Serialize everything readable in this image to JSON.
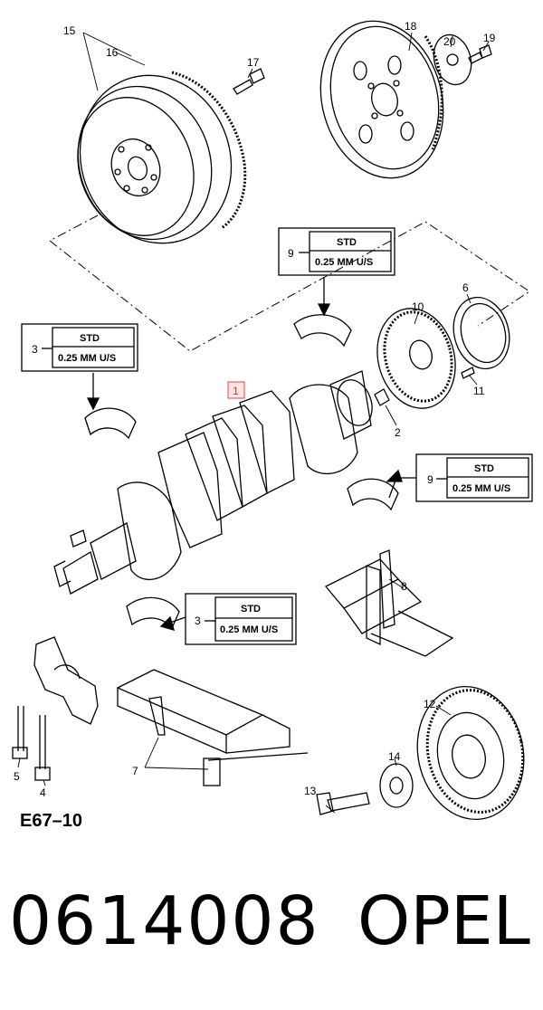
{
  "figure": {
    "id_label": "E67–10"
  },
  "footer": {
    "part_number": "0614008",
    "brand": "OPEL"
  },
  "callouts": {
    "c1": "1",
    "c2": "2",
    "c3a": "3",
    "c3b": "3",
    "c4": "4",
    "c5": "5",
    "c6": "6",
    "c7": "7",
    "c8": "8",
    "c9a": "9",
    "c9b": "9",
    "c10": "10",
    "c11": "11",
    "c12": "12",
    "c13": "13",
    "c14": "14",
    "c15": "15",
    "c16": "16",
    "c17": "17",
    "c18": "18",
    "c19": "19",
    "c20": "20"
  },
  "bearing_tables": {
    "std_label": "STD",
    "undersize_label": "0.25  MM U/S"
  },
  "colors": {
    "line": "#000000",
    "highlight": "#e07070",
    "background": "#ffffff"
  }
}
